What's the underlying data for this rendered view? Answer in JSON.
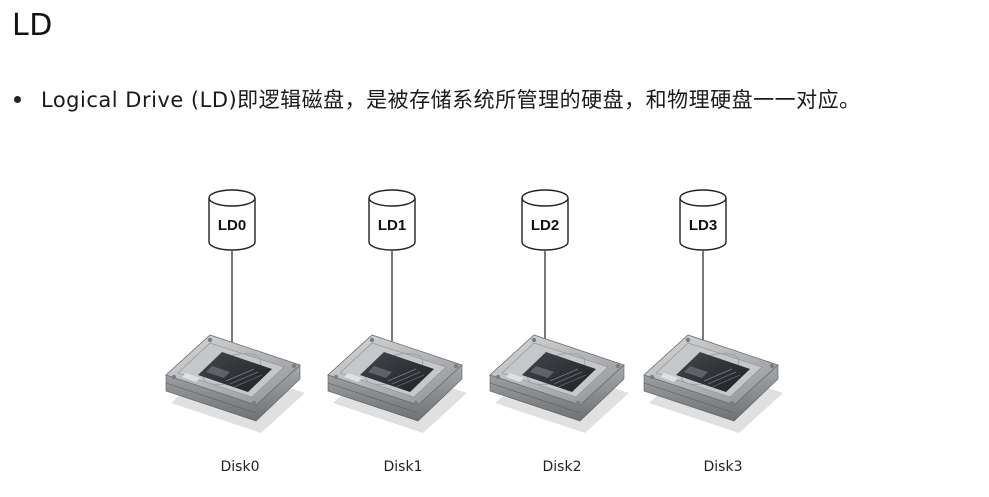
{
  "title": "LD",
  "bullet": "Logical Drive (LD)即逻辑磁盘，是被存储系统所管理的硬盘，和物理硬盘一一对应。",
  "drives": [
    {
      "ld": "LD0",
      "disk": "Disk0"
    },
    {
      "ld": "LD1",
      "disk": "Disk1"
    },
    {
      "ld": "LD2",
      "disk": "Disk2"
    },
    {
      "ld": "LD3",
      "disk": "Disk3"
    }
  ],
  "colors": {
    "stroke": "#222222",
    "disk_body": "#9a9a9a",
    "disk_label": "#2d2f33"
  }
}
